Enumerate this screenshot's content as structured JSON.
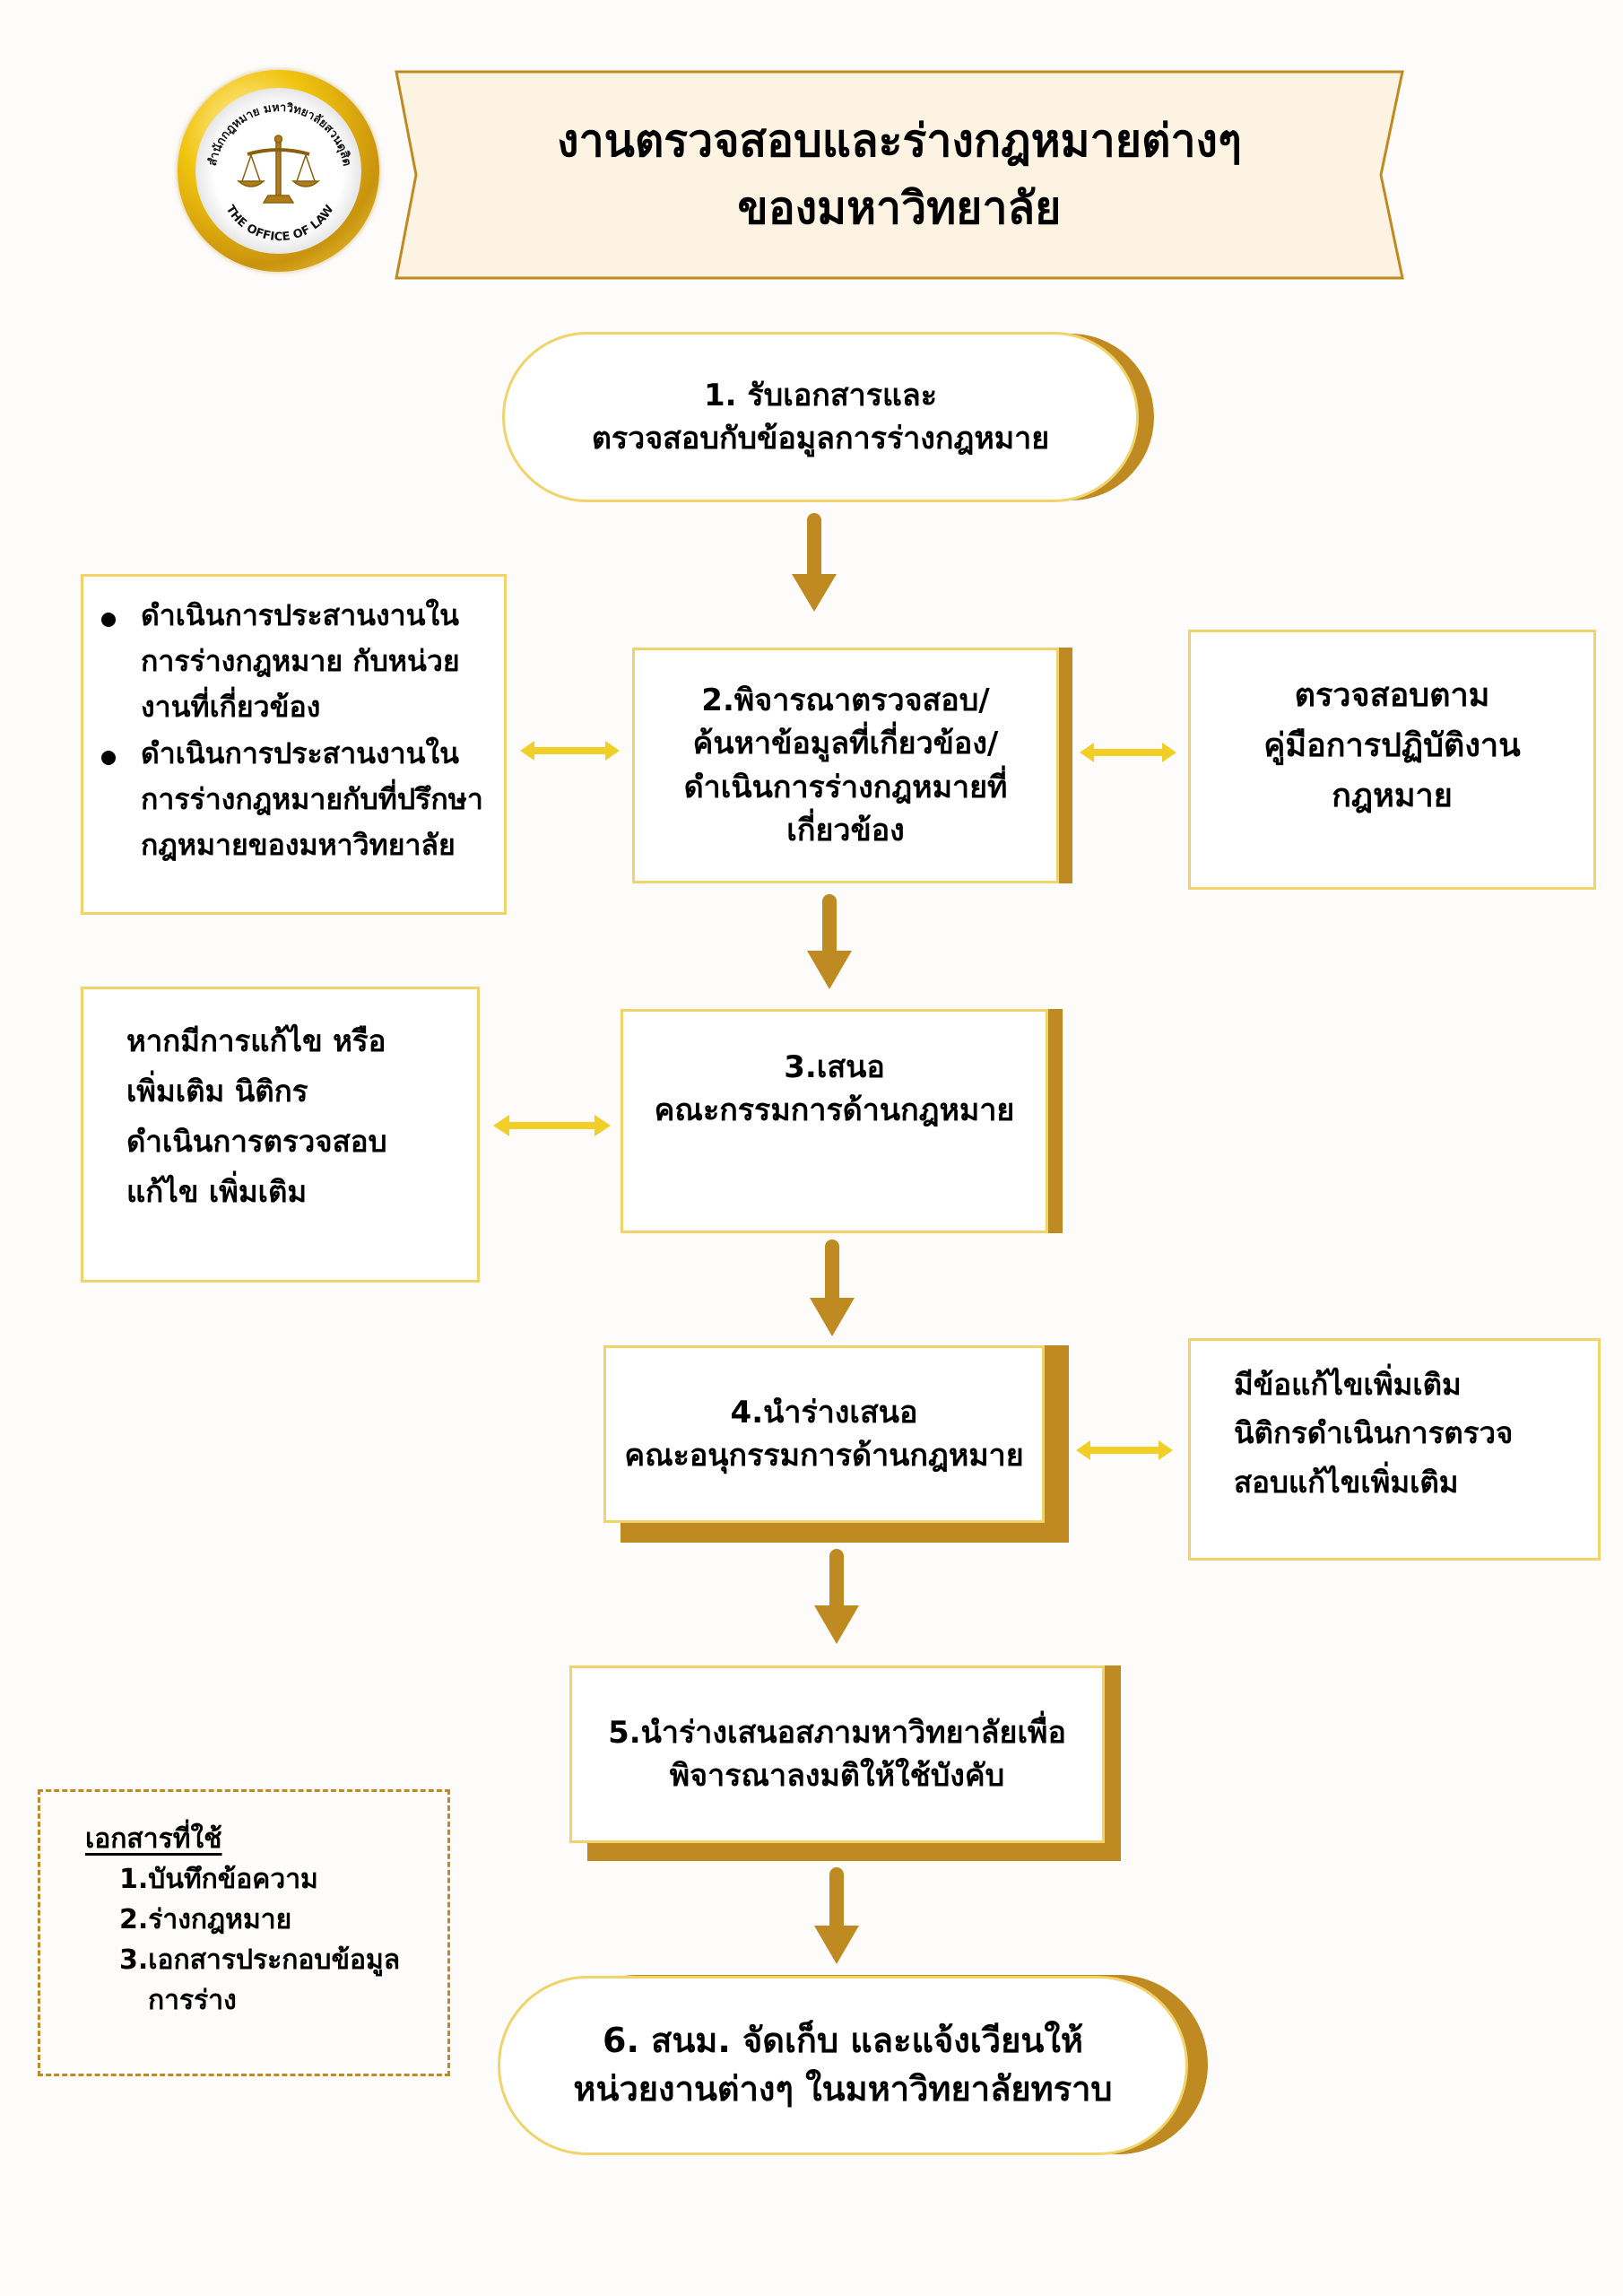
{
  "logo": {
    "arc_text_top": "สำนักกฎหมาย มหาวิทยาลัยสวนดุสิต",
    "arc_text_bottom": "THE OFFICE OF LAW",
    "icon": "scales-of-justice-icon"
  },
  "banner": {
    "title_line1": "งานตรวจสอบและร่างกฎหมายต่างๆ",
    "title_line2": "ของมหาวิทยาลัย"
  },
  "steps": [
    {
      "lines": [
        "1. รับเอกสารและ",
        "ตรวจสอบกับข้อมูลการร่างกฎหมาย"
      ]
    },
    {
      "lines": [
        "2.พิจารณาตรวจสอบ/",
        "ค้นหาข้อมูลที่เกี่ยวข้อง/",
        "ดำเนินการร่างกฎหมายที่",
        "เกี่ยวข้อง"
      ]
    },
    {
      "lines": [
        "3.เสนอ",
        "คณะกรรมการด้านกฎหมาย"
      ]
    },
    {
      "lines": [
        "4.นำร่างเสนอ",
        "คณะอนุกรรมการด้านกฎหมาย"
      ]
    },
    {
      "lines": [
        "5.นำร่างเสนอสภามหาวิทยาลัยเพื่อ",
        "พิจารณาลงมติให้ใช้บังคับ"
      ]
    },
    {
      "lines": [
        "6. สนม. จัดเก็บ และแจ้งเวียนให้",
        "หน่วยงานต่างๆ ในมหาวิทยาลัยทราบ"
      ]
    }
  ],
  "side_notes": {
    "coordination": {
      "bullets": [
        [
          "ดำเนินการประสานงานใน",
          "การร่างกฎหมาย กับหน่วย",
          "งานที่เกี่ยวข้อง"
        ],
        [
          "ดำเนินการประสานงานใน",
          "การร่างกฎหมายกับที่ปรึกษา",
          "กฎหมายของมหาวิทยาลัย"
        ]
      ]
    },
    "manual_check": {
      "lines": [
        "ตรวจสอบตาม",
        "คู่มือการปฏิบัติงาน",
        "กฎหมาย"
      ]
    },
    "revision_committee": {
      "lines": [
        "หากมีการแก้ไข หรือ",
        "เพิ่มเติม นิติกร",
        "ดำเนินการตรวจสอบ",
        "แก้ไข เพิ่มเติม"
      ]
    },
    "revision_subcommittee": {
      "lines": [
        "มีข้อแก้ไขเพิ่มเติม",
        "นิติกรดำเนินการตรวจ",
        "สอบแก้ไขเพิ่มเติม"
      ]
    }
  },
  "documents": {
    "heading": "เอกสารที่ใช้",
    "items": [
      "1.บันทึกข้อความ",
      "2.ร่างกฎหมาย",
      "3.เอกสารประกอบข้อมูล"
    ],
    "item3_continuation": "การร่าง"
  },
  "colors": {
    "background": "#fdfcfa",
    "gold_dark": "#c08a22",
    "gold_light": "#f0d36a",
    "arrow_yellow": "#f1cf26",
    "banner_fill": "#fdf3e3"
  }
}
